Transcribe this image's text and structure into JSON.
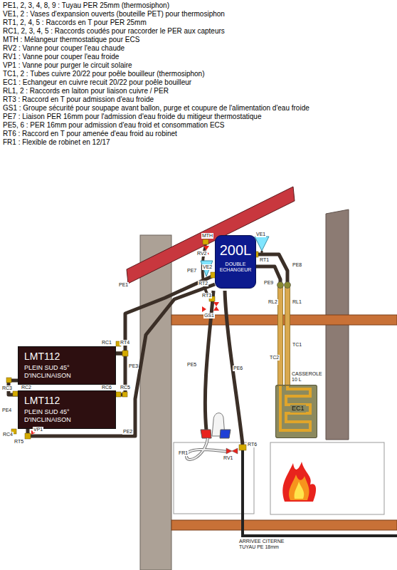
{
  "diagram": {
    "nodes": [
      {
        "text": [
          "LMT112",
          "PLEIN SUD 45° D'INCLINAISON"
        ]
      },
      {
        "text": [
          "LMT112",
          "PLEIN SUD 45° D'INCLINAISON"
        ]
      },
      {
        "text": [
          "200L",
          "DOUBLE ECHANGEUR"
        ]
      },
      {
        "text": [
          "CASSEROLE 10 L"
        ]
      },
      {
        "text": [
          "EC1"
        ],
        "in": 3
      }
    ],
    "edges": [
      {
        "from": 0,
        "to": 2,
        "arrow": "none",
        "label": "PE1"
      },
      {
        "from": 0,
        "to": 1,
        "arrow": "none",
        "label": "PE3"
      },
      {
        "from": 0,
        "to": 1,
        "arrow": "none",
        "label": "PE4"
      },
      {
        "from": 1,
        "to": 2,
        "arrow": "none",
        "label": "PE2"
      },
      {
        "from": 2,
        "to": 3,
        "arrow": "none",
        "label": "PE8"
      },
      {
        "from": 2,
        "to": 3,
        "arrow": "none",
        "label": "PE9"
      }
    ],
    "labels": [
      "PE1, 2, 3, 4, 8, 9 : Tuyau PER 25mm (thermosiphon)",
      "VE1, 2 : Vases d'expansion ouverts (bouteille PET) pour thermosiphon",
      "RT1, 2, 4, 5 : Raccords en T pour PER 25mm",
      "RC1, 2, 3, 4, 5 : Raccords coudés pour raccorder le PER aux capteurs",
      "MTH : Mélangeur thermostatique pour ECS",
      "RV2 : Vanne pour couper l'eau chaude",
      "RV1 : Vanne pour couper l'eau froide",
      "VP1 : Vanne pour purger le circuit solaire",
      "TC1, 2 : Tubes cuivre 20/22 pour poêle bouilleur (thermosiphon)",
      "EC1 : Echangeur en cuivre recuit 20/22 pour poêle bouilleur",
      "RL1, 2 : Raccords en laiton pour liaison cuivre / PER",
      "RT3 : Raccord en T pour admission d'eau froide",
      "GS1 : Groupe sécurité pour soupape avant ballon, purge et coupure de l'alimentation d'eau froide",
      "PE7 : Liaison PER 16mm pour l'admission d'eau froide du mitigeur thermostatique",
      "PE5, 6 : PER 16mm pour admission d'eau froid et consommation ECS",
      "RT6 : Raccord en T pour amenée d'eau froid au robinet",
      "FR1 : Flexible de robinet en 12/17",
      "MTH",
      "VE1",
      "RV2",
      "RT1",
      "VE2",
      "PE7",
      "RT2",
      "RL2",
      "RL1",
      "RT3",
      "GS1",
      "RC1",
      "RT4",
      "RC3",
      "RC2",
      "RC6",
      "RC5",
      "RC4",
      "VP1",
      "RT5",
      "PE5",
      "PE6",
      "TC2",
      "TC1",
      "FR1",
      "RV1",
      "RT6",
      "ARRIVEE CITERNE TUYAU PE 18mm"
    ]
  }
}
